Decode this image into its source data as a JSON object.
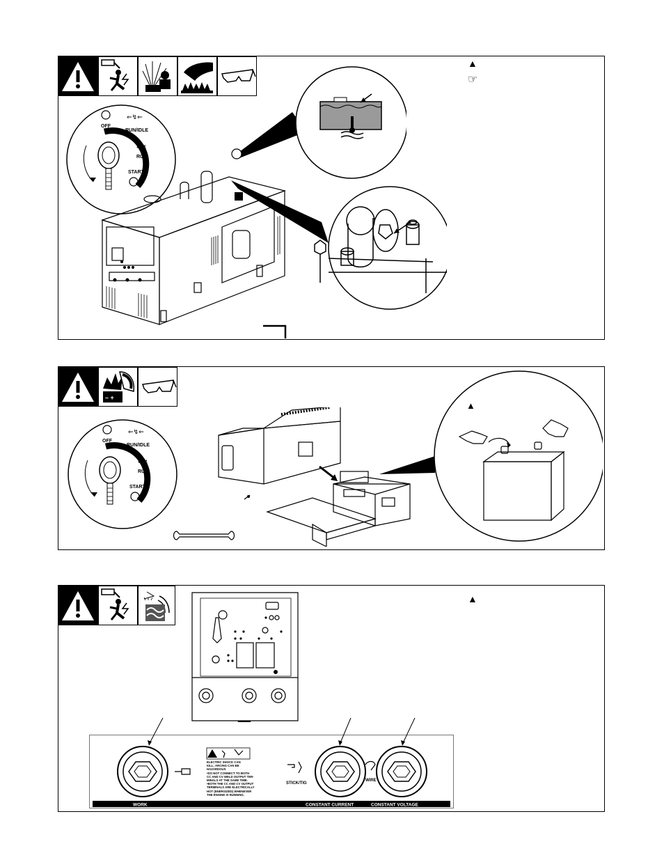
{
  "panel1": {
    "warning_symbol": "▲",
    "note_symbol": "☞",
    "icons": [
      "warning-triangle-icon",
      "electric-shock-icon",
      "fire-sparks-icon",
      "hot-parts-hand-icon",
      "safety-glasses-icon"
    ],
    "switch_labels": {
      "off": "OFF",
      "run_idle": "RUN/IDLE",
      "run": "RUN",
      "start": "START"
    }
  },
  "panel2": {
    "warning_symbol": "▲",
    "icons": [
      "warning-triangle-icon",
      "battery-explosion-icon",
      "safety-glasses-icon"
    ],
    "switch_labels": {
      "off": "OFF",
      "run_idle": "RUN/IDLE",
      "run": "RUN",
      "start": "START"
    },
    "battery_label": "– +"
  },
  "panel3": {
    "warning_symbol": "▲",
    "icons": [
      "warning-triangle-icon",
      "electric-shock-icon",
      "emf-icon"
    ],
    "decal": {
      "work_label": "WORK",
      "cc_label": "CONSTANT CURRENT",
      "cv_label": "CONSTANT VOLTAGE",
      "stick_tig_label": "STICK/TIG",
      "wire_label": "WIRE",
      "warning_lines": [
        "ELECTRIC SHOCK CAN",
        "KILL; ARCING CAN BE",
        "HAZARDOUS",
        "•DO NOT CONNECT TO BOTH",
        " CC AND CV WELD OUTPUT TER-",
        " MINALS AT THE SAME TIME.",
        "•BOTH THE CC AND CV OUTPUT",
        " TERMINALS ARE ELECTRICALLY",
        " HOT (ENERGIZED) WHENEVER",
        " THE ENGINE IS RUNNING."
      ]
    }
  }
}
